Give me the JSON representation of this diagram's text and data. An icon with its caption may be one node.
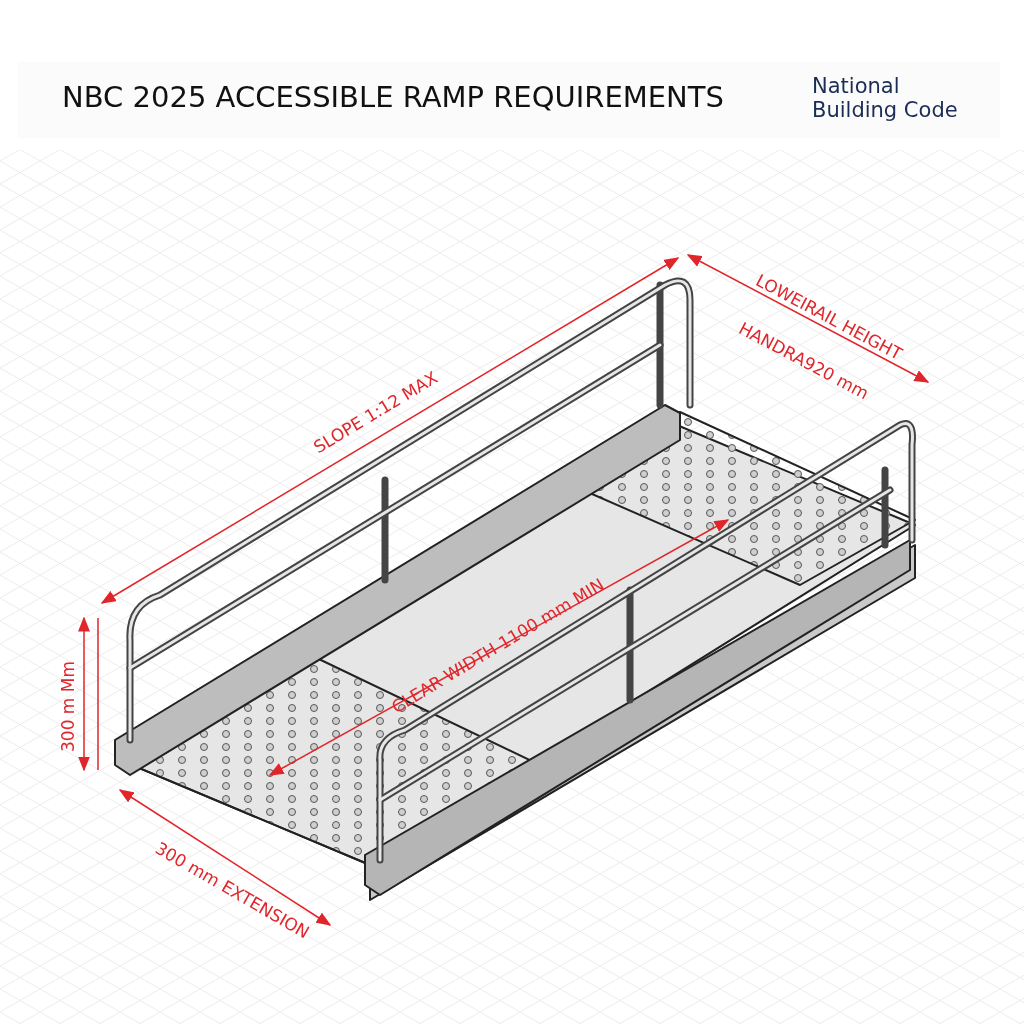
{
  "diagram": {
    "title": "NBC 2025 ACCESSIBLE RAMP REQUIREMENTS",
    "labels": [
      "National Building Code",
      "SLOPE 1:12 MAX",
      "LOWEIRAIL HEIGHT",
      "HANDRA920 mm",
      "CLEAR WIDTH 1100 mm MIN",
      "300 m Mm",
      "300 mm EXTENSION"
    ]
  }
}
